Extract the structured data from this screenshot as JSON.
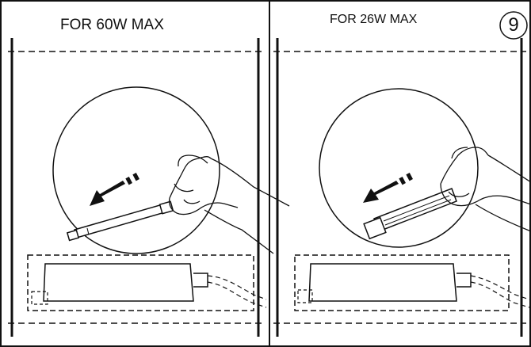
{
  "panels": [
    {
      "label": "FOR 60W MAX"
    },
    {
      "label": "FOR 26W MAX"
    }
  ],
  "step_number": "9",
  "icons": {
    "arrow": "direction-arrow-icon",
    "hand": "hand-icon",
    "lamp": "lamp-tube-icon",
    "ballast": "ballast-box-icon",
    "step": "step-number-badge"
  },
  "colors": {
    "line": "#111111",
    "background": "#ffffff"
  }
}
